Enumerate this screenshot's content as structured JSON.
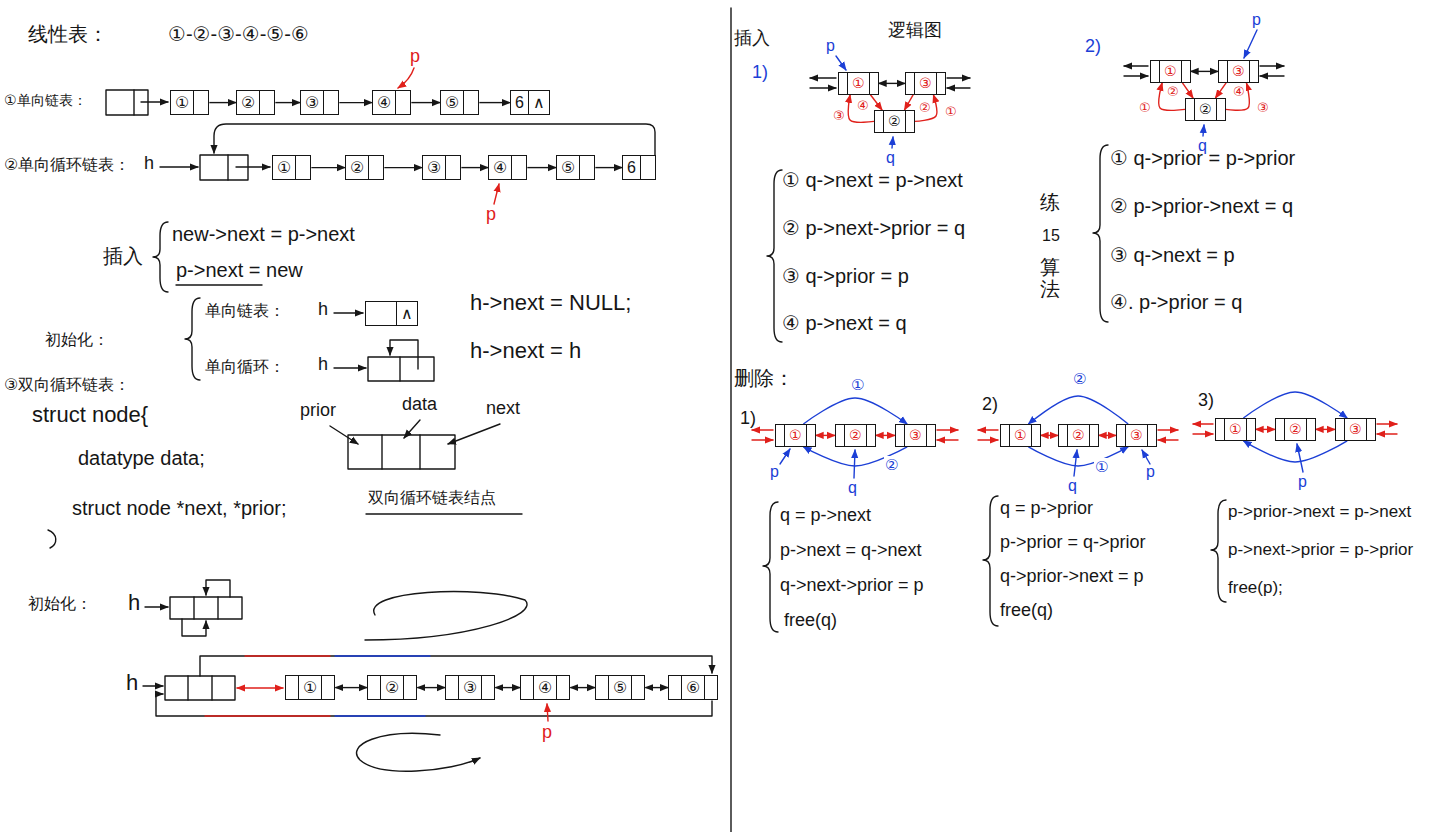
{
  "diagram": {
    "nodes": [
      {
        "text": [
          "①"
        ]
      },
      {
        "text": [
          "②"
        ]
      },
      {
        "text": [
          "③"
        ]
      },
      {
        "text": [
          "④"
        ]
      },
      {
        "text": [
          "⑤"
        ]
      },
      {
        "text": [
          "6",
          "∧"
        ]
      },
      {
        "text": [
          "①"
        ]
      },
      {
        "text": [
          "②"
        ]
      },
      {
        "text": [
          "③"
        ]
      },
      {
        "text": [
          "④"
        ]
      },
      {
        "text": [
          "⑤"
        ]
      },
      {
        "text": [
          "6"
        ]
      },
      {
        "text": [
          "∧"
        ]
      },
      {
        "text": [
          "①"
        ]
      },
      {
        "text": [
          "②"
        ]
      },
      {
        "text": [
          "③"
        ]
      },
      {
        "text": [
          "④"
        ]
      },
      {
        "text": [
          "⑤"
        ]
      },
      {
        "text": [
          "⑥"
        ]
      },
      {
        "text": [
          "①"
        ]
      },
      {
        "text": [
          "③"
        ]
      },
      {
        "text": [
          "②"
        ]
      },
      {
        "text": [
          "①"
        ]
      },
      {
        "text": [
          "③"
        ]
      },
      {
        "text": [
          "②"
        ]
      },
      {
        "text": [
          "①"
        ]
      },
      {
        "text": [
          "②"
        ]
      },
      {
        "text": [
          "③"
        ]
      },
      {
        "text": [
          "①"
        ]
      },
      {
        "text": [
          "②"
        ]
      },
      {
        "text": [
          "③"
        ]
      },
      {
        "text": [
          "①"
        ]
      },
      {
        "text": [
          "②"
        ]
      },
      {
        "text": [
          "③"
        ]
      }
    ],
    "edges": [
      {
        "from": 0,
        "to": 1,
        "arrow": "to"
      },
      {
        "from": 1,
        "to": 2,
        "arrow": "to"
      },
      {
        "from": 2,
        "to": 3,
        "arrow": "to"
      },
      {
        "from": 3,
        "to": 4,
        "arrow": "to"
      },
      {
        "from": 4,
        "to": 5,
        "arrow": "to"
      },
      {
        "from": 6,
        "to": 7,
        "arrow": "to"
      },
      {
        "from": 7,
        "to": 8,
        "arrow": "to"
      },
      {
        "from": 8,
        "to": 9,
        "arrow": "to"
      },
      {
        "from": 9,
        "to": 10,
        "arrow": "to"
      },
      {
        "from": 10,
        "to": 11,
        "arrow": "to"
      },
      {
        "from": 13,
        "to": 14,
        "arrow": "both"
      },
      {
        "from": 14,
        "to": 15,
        "arrow": "both"
      },
      {
        "from": 15,
        "to": 16,
        "arrow": "both"
      },
      {
        "from": 16,
        "to": 17,
        "arrow": "both"
      },
      {
        "from": 17,
        "to": 18,
        "arrow": "both"
      },
      {
        "from": 19,
        "to": 20,
        "arrow": "both"
      },
      {
        "from": 21,
        "to": 20,
        "arrow": "to"
      },
      {
        "from": 20,
        "to": 21,
        "arrow": "to"
      },
      {
        "from": 21,
        "to": 19,
        "arrow": "to"
      },
      {
        "from": 19,
        "to": 21,
        "arrow": "to"
      },
      {
        "from": 22,
        "to": 23,
        "arrow": "both"
      },
      {
        "from": 24,
        "to": 22,
        "arrow": "to"
      },
      {
        "from": 22,
        "to": 24,
        "arrow": "to"
      },
      {
        "from": 24,
        "to": 23,
        "arrow": "to"
      },
      {
        "from": 23,
        "to": 24,
        "arrow": "to"
      },
      {
        "from": 25,
        "to": 26,
        "arrow": "both"
      },
      {
        "from": 26,
        "to": 27,
        "arrow": "both"
      },
      {
        "from": 25,
        "to": 27,
        "arrow": "to"
      },
      {
        "from": 27,
        "to": 25,
        "arrow": "to"
      },
      {
        "from": 28,
        "to": 29,
        "arrow": "both"
      },
      {
        "from": 29,
        "to": 30,
        "arrow": "both"
      },
      {
        "from": 30,
        "to": 28,
        "arrow": "to"
      },
      {
        "from": 28,
        "to": 30,
        "arrow": "to"
      },
      {
        "from": 31,
        "to": 32,
        "arrow": "both"
      },
      {
        "from": 32,
        "to": 33,
        "arrow": "both"
      },
      {
        "from": 31,
        "to": 33,
        "arrow": "to"
      },
      {
        "from": 33,
        "to": 31,
        "arrow": "to"
      }
    ],
    "labels": [
      "线性表：",
      "①-②-③-④-⑤-⑥",
      "①单向链表：",
      "②单向循环链表：",
      "h",
      "p",
      "p",
      "插入",
      "new->next = p->next",
      "p->next = new",
      "初始化：",
      "单向链表：",
      "h",
      "单向循环：",
      "h",
      "h->next = NULL;",
      "h->next = h",
      "③双向循环链表：",
      "struct node{",
      "datatype data;",
      "struct node *next, *prior;",
      "prior",
      "data",
      "next",
      "双向循环链表结点",
      "初始化：",
      "h",
      "h",
      "p",
      "插入",
      "逻辑图",
      "1)",
      "p",
      "q",
      "①",
      "②",
      "③",
      "④",
      "① q->next = p->next",
      "② p->next->prior = q",
      "③ q->prior = p",
      "④ p->next = q",
      "2)",
      "p",
      "q",
      "①",
      "②",
      "③",
      "④",
      "练",
      "15",
      "算法",
      "① q->prior = p->prior",
      "② p->prior->next = q",
      "③ q->next = p",
      "④. p->prior = q",
      "删除：",
      "1)",
      "①",
      "p",
      "q",
      "②",
      "q = p->next",
      "p->next = q->next",
      "q->next->prior = p",
      "free(q)",
      "2)",
      "②",
      "①",
      "q",
      "p",
      "q = p->prior",
      "p->prior = q->prior",
      "q->prior->next = p",
      "free(q)",
      "3)",
      "p",
      "p->prior->next = p->next",
      "p->next->prior = p->prior",
      "free(p);"
    ]
  }
}
